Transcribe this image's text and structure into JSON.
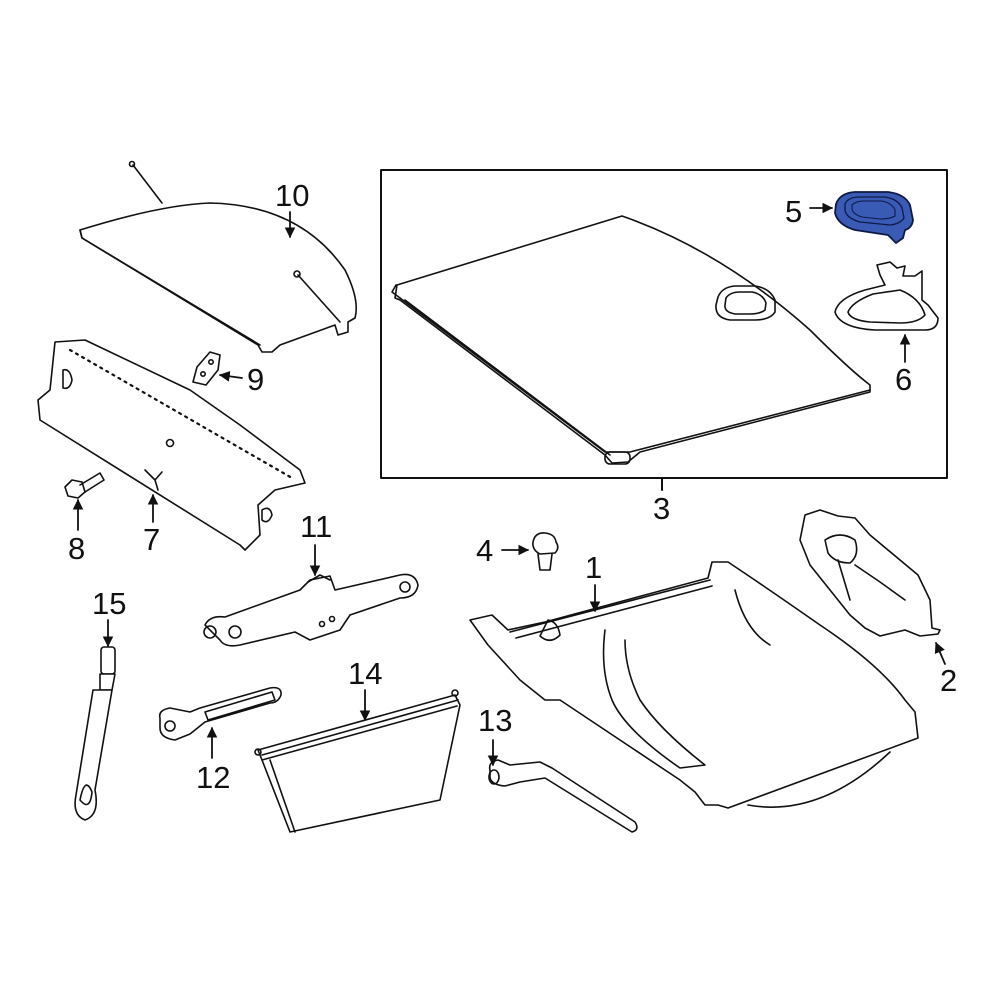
{
  "diagram": {
    "title": "Trunk / cargo area trim and tools — exploded parts diagram",
    "highlight_color": "#3a5bb5",
    "line_color": "#111111",
    "background": "#ffffff",
    "callouts": [
      {
        "id": "1",
        "label": "1"
      },
      {
        "id": "2",
        "label": "2"
      },
      {
        "id": "3",
        "label": "3"
      },
      {
        "id": "4",
        "label": "4"
      },
      {
        "id": "5",
        "label": "5",
        "highlighted": true
      },
      {
        "id": "6",
        "label": "6"
      },
      {
        "id": "7",
        "label": "7"
      },
      {
        "id": "8",
        "label": "8"
      },
      {
        "id": "9",
        "label": "9"
      },
      {
        "id": "10",
        "label": "10"
      },
      {
        "id": "11",
        "label": "11"
      },
      {
        "id": "12",
        "label": "12"
      },
      {
        "id": "13",
        "label": "13"
      },
      {
        "id": "14",
        "label": "14"
      },
      {
        "id": "15",
        "label": "15"
      }
    ]
  }
}
